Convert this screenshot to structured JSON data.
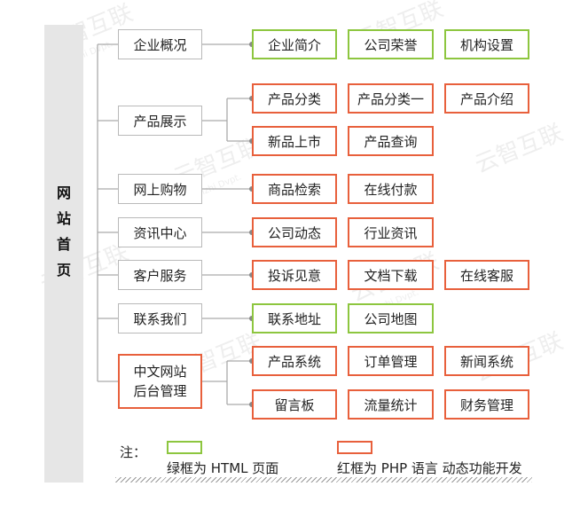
{
  "root": {
    "chars": [
      "网",
      "站",
      "首",
      "页"
    ]
  },
  "categories": [
    {
      "label": "企业概况",
      "children": [
        {
          "label": "企业简介",
          "kind": "green"
        },
        {
          "label": "公司荣誉",
          "kind": "green"
        },
        {
          "label": "机构设置",
          "kind": "green"
        }
      ]
    },
    {
      "label": "产品展示",
      "children": [
        {
          "label": "产品分类",
          "kind": "red"
        },
        {
          "label": "产品分类一",
          "kind": "red"
        },
        {
          "label": "产品介绍",
          "kind": "red"
        },
        {
          "label": "新品上市",
          "kind": "red"
        },
        {
          "label": "产品查询",
          "kind": "red"
        }
      ]
    },
    {
      "label": "网上购物",
      "children": [
        {
          "label": "商品检索",
          "kind": "red"
        },
        {
          "label": "在线付款",
          "kind": "red"
        }
      ]
    },
    {
      "label": "资讯中心",
      "children": [
        {
          "label": "公司动态",
          "kind": "red"
        },
        {
          "label": "行业资讯",
          "kind": "red"
        }
      ]
    },
    {
      "label": "客户服务",
      "children": [
        {
          "label": "投诉见意",
          "kind": "red"
        },
        {
          "label": "文档下载",
          "kind": "red"
        },
        {
          "label": "在线客服",
          "kind": "red"
        }
      ]
    },
    {
      "label": "联系我们",
      "children": [
        {
          "label": "联系地址",
          "kind": "green"
        },
        {
          "label": "公司地图",
          "kind": "green"
        }
      ]
    },
    {
      "label_lines": [
        "中文网站",
        "后台管理"
      ],
      "children": [
        {
          "label": "产品系统",
          "kind": "red"
        },
        {
          "label": "订单管理",
          "kind": "red"
        },
        {
          "label": "新闻系统",
          "kind": "red"
        },
        {
          "label": "留言板",
          "kind": "red"
        },
        {
          "label": "流量统计",
          "kind": "red"
        },
        {
          "label": "财务管理",
          "kind": "red"
        }
      ]
    }
  ],
  "legend": {
    "title": "注：",
    "green_text": "绿框为 HTML 页面",
    "red_text": "红框为 PHP 语言 动态功能开发",
    "green_color": "#8dc63f",
    "red_color": "#e8603c"
  },
  "watermark": {
    "text": "云智互联",
    "subtext": "Yunzhi Dvpt."
  }
}
